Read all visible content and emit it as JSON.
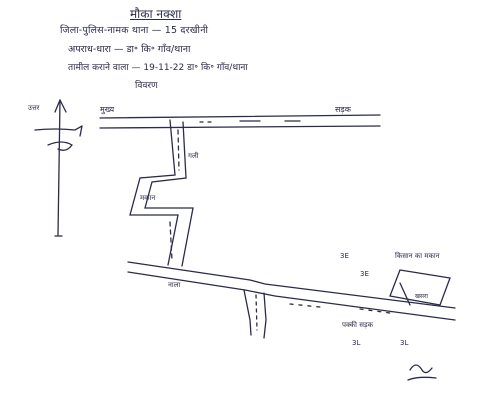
{
  "document": {
    "title": "मौका नक्शा",
    "header_lines": [
      "जिला-पुलिस-नामक थाना — 15 दरखीनी",
      "अपराध-धारा — डा॰ कि॰ गाँव/थाना",
      "तामील कराने वाला — 19-11-22 डा॰ कि॰ गाँव/थाना",
      "विवरण"
    ]
  },
  "map": {
    "north_label": "उत्तर",
    "road_left_label": "मुख्य",
    "road_right_label": "सड़क",
    "lane_label_top": "गली",
    "lane_label_mid": "मकान",
    "junction_label": "नाला",
    "plot_label": "खसरा",
    "neighbor_label": "किसान का मकान",
    "right_road_label": "पक्की सड़क",
    "markers": [
      "3E",
      "3E",
      "3L",
      "3L"
    ],
    "signature": "हस्ताक्षर"
  }
}
